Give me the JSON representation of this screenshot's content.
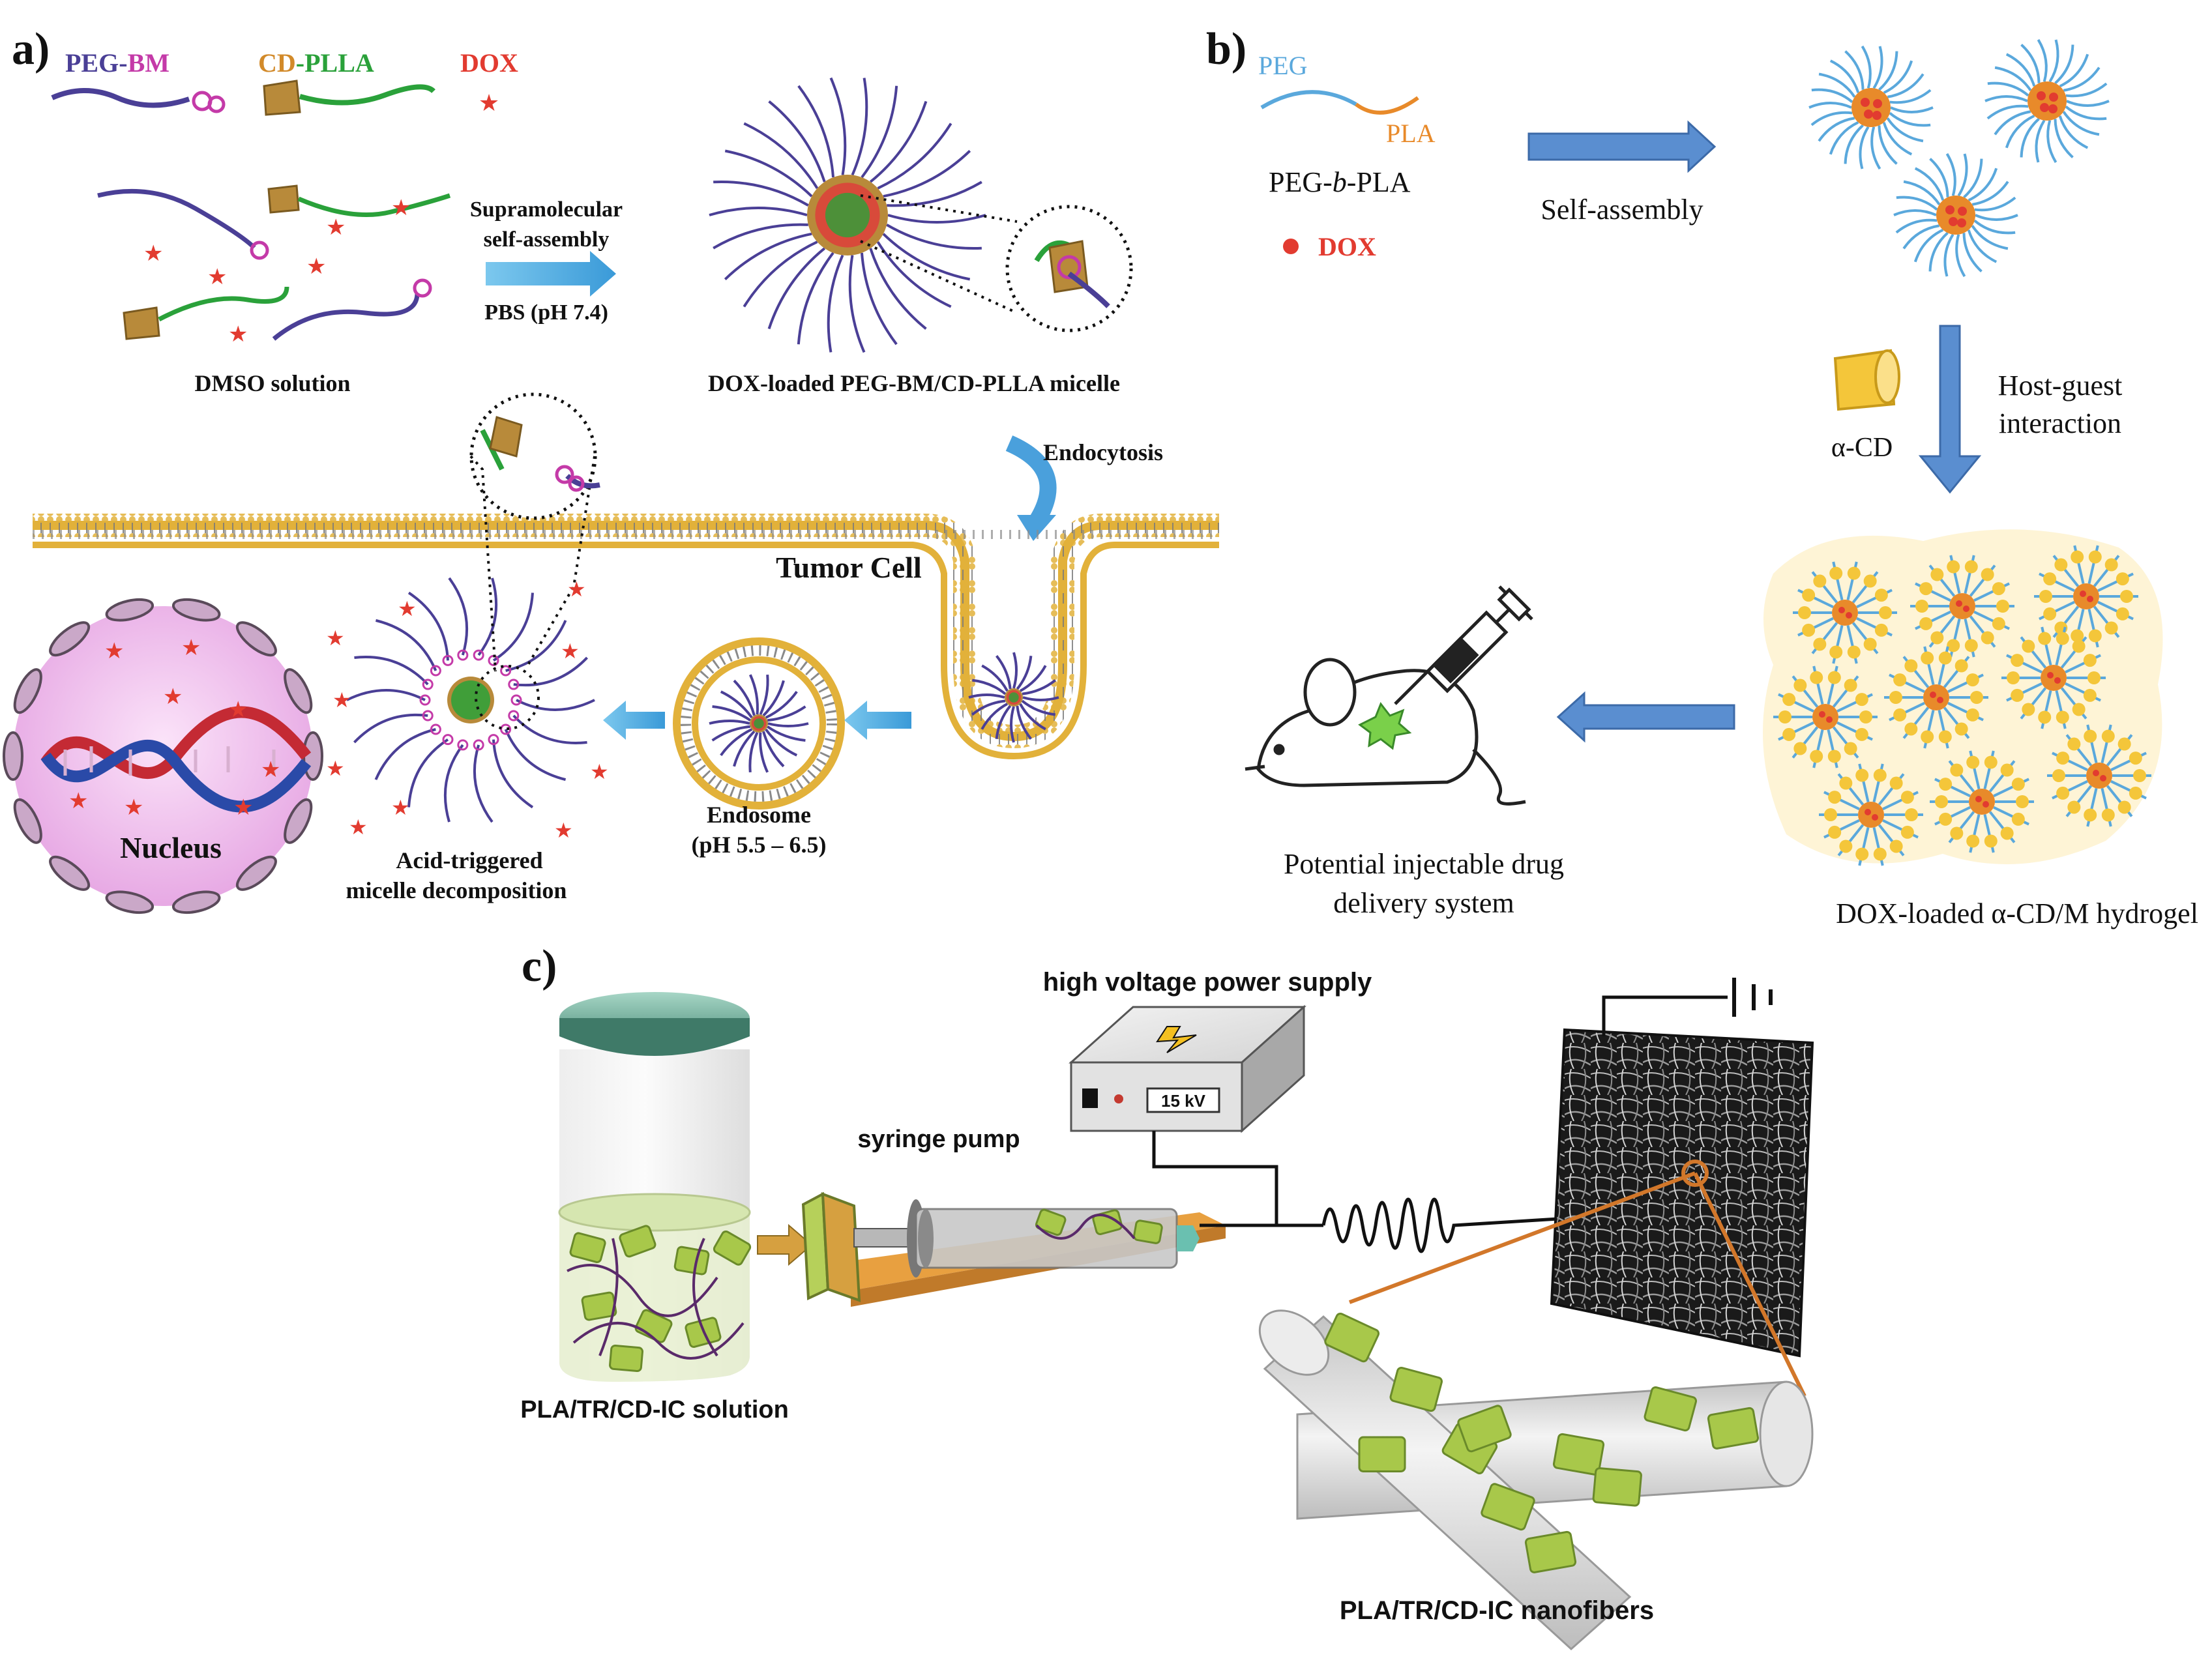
{
  "colors": {
    "peg_chain": "#4a3f96",
    "pla_chain": "#2aa13a",
    "cd_gold": "#b88a3a",
    "dox_red": "#e23b30",
    "membrane_gold": "#e2b13a",
    "arrow_blue": "#5a8ed0",
    "pla_orange": "#e88a2a",
    "peg_lightblue": "#5aa8dc",
    "nucleus_pink": "#f3c4ee",
    "cd_green": "#a8c84a",
    "ground_orange": "#d2772a"
  },
  "panel_a": {
    "label": "a)",
    "legend": {
      "peg": "PEG",
      "dash": "-",
      "bm": "BM",
      "cd": "CD",
      "dash2": "-",
      "plla": "PLLA",
      "dox": "DOX"
    },
    "assembly_line1": "Supramolecular",
    "assembly_line2": "self-assembly",
    "assembly_line3": "PBS (pH  7.4)",
    "dmso": "DMSO solution",
    "micelle": "DOX-loaded  PEG-BM/CD-PLLA micelle",
    "endocytosis": "Endocytosis",
    "tumor_cell": "Tumor Cell",
    "endosome_line1": "Endosome",
    "endosome_line2": "(pH 5.5 – 6.5)",
    "acid_line1": "Acid-triggered",
    "acid_line2": "micelle  decomposition",
    "nucleus": "Nucleus"
  },
  "panel_b": {
    "label": "b)",
    "peg": "PEG",
    "pla": "PLA",
    "copolymer_pre": "PEG-",
    "copolymer_italic": "b",
    "copolymer_post": "-PLA",
    "dox": "DOX",
    "self_assembly": "Self-assembly",
    "alpha_cd": "α-CD",
    "host_guest_line1": "Host-guest",
    "host_guest_line2": "interaction",
    "hydrogel": "DOX-loaded α-CD/M hydrogel",
    "injectable_line1": "Potential injectable drug",
    "injectable_line2": "delivery system"
  },
  "panel_c": {
    "label": "c)",
    "power_supply": "high voltage power supply",
    "voltage": "15 kV",
    "syringe_pump": "syringe pump",
    "solution": "PLA/TR/CD-IC solution",
    "nanofibers": "PLA/TR/CD-IC nanofibers"
  }
}
